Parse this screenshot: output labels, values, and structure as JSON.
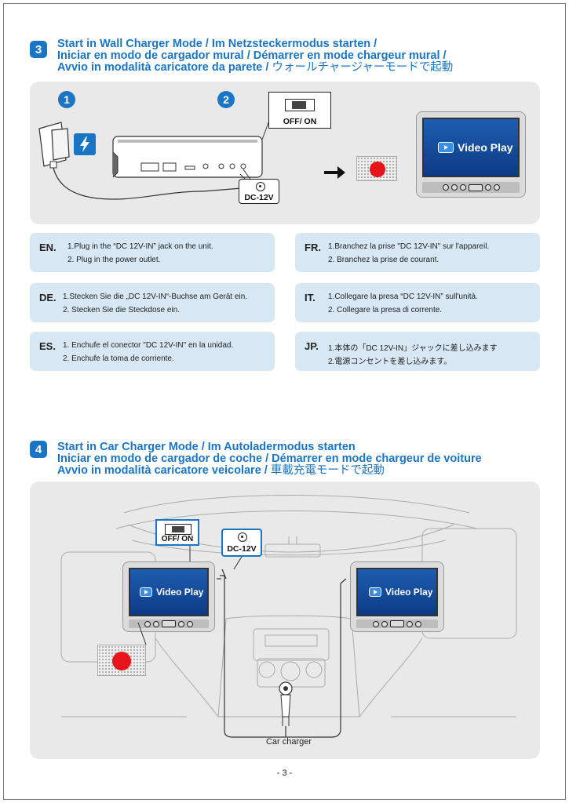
{
  "section3": {
    "number": "3",
    "title_line1": "Start in Wall Charger Mode / Im Netzsteckermodus starten /",
    "title_line2": "Iniciar en modo de cargador mural / Démarrer en mode chargeur mural /",
    "title_line3_main": "Avvio in modalità caricatore da parete / ",
    "title_line3_jp": "ウォールチャージャーモードで起動",
    "step1": "1",
    "step2": "2",
    "switch_label": "OFF/  ON",
    "dc_label": "DC-12V",
    "screen_text": "Video Play",
    "instructions": [
      {
        "lang": "EN.",
        "line1": "1.Plug in the “DC 12V-IN” jack on the unit.",
        "line2": "2. Plug in the power outlet."
      },
      {
        "lang": "FR.",
        "line1": "1.Branchez la prise \"DC 12V-IN\" sur l'appareil.",
        "line2": "2. Branchez la prise de courant."
      },
      {
        "lang": "DE.",
        "line1": "1.Stecken Sie die „DC 12V-IN“-Buchse am Gerät ein.",
        "line2": "2. Stecken Sie die Steckdose ein."
      },
      {
        "lang": "IT.",
        "line1": "1.Collegare la presa “DC 12V-IN” sull'unità.",
        "line2": "2. Collegare la presa di corrente."
      },
      {
        "lang": "ES.",
        "line1": "1. Enchufe el conector \"DC 12V-IN\" en la unidad.",
        "line2": "2. Enchufe la toma de corriente."
      },
      {
        "lang": "JP.",
        "line1": "1.本体の「DC 12V-IN」ジャックに差し込みます",
        "line2": "2.電源コンセントを差し込みます。"
      }
    ]
  },
  "section4": {
    "number": "4",
    "title_line1": "Start in Car Charger Mode / Im Autoladermodus starten",
    "title_line2": "Iniciar en modo de cargador de coche / Démarrer en mode chargeur de voiture",
    "title_line3_main": "Avvio in modalità caricatore veicolare / ",
    "title_line3_jp": "車載充電モードで起動",
    "switch_label": "OFF/  ON",
    "dc_label": "DC-12V",
    "screen_text_left": "Video Play",
    "screen_text_right": "Video Play",
    "car_charger_label": "Car charger"
  },
  "page_number": "- 3 -",
  "colors": {
    "accent": "#1a75c4",
    "panel": "#e9e9e9",
    "info_box": "#d7e7f3",
    "red_button": "#e8141b"
  }
}
